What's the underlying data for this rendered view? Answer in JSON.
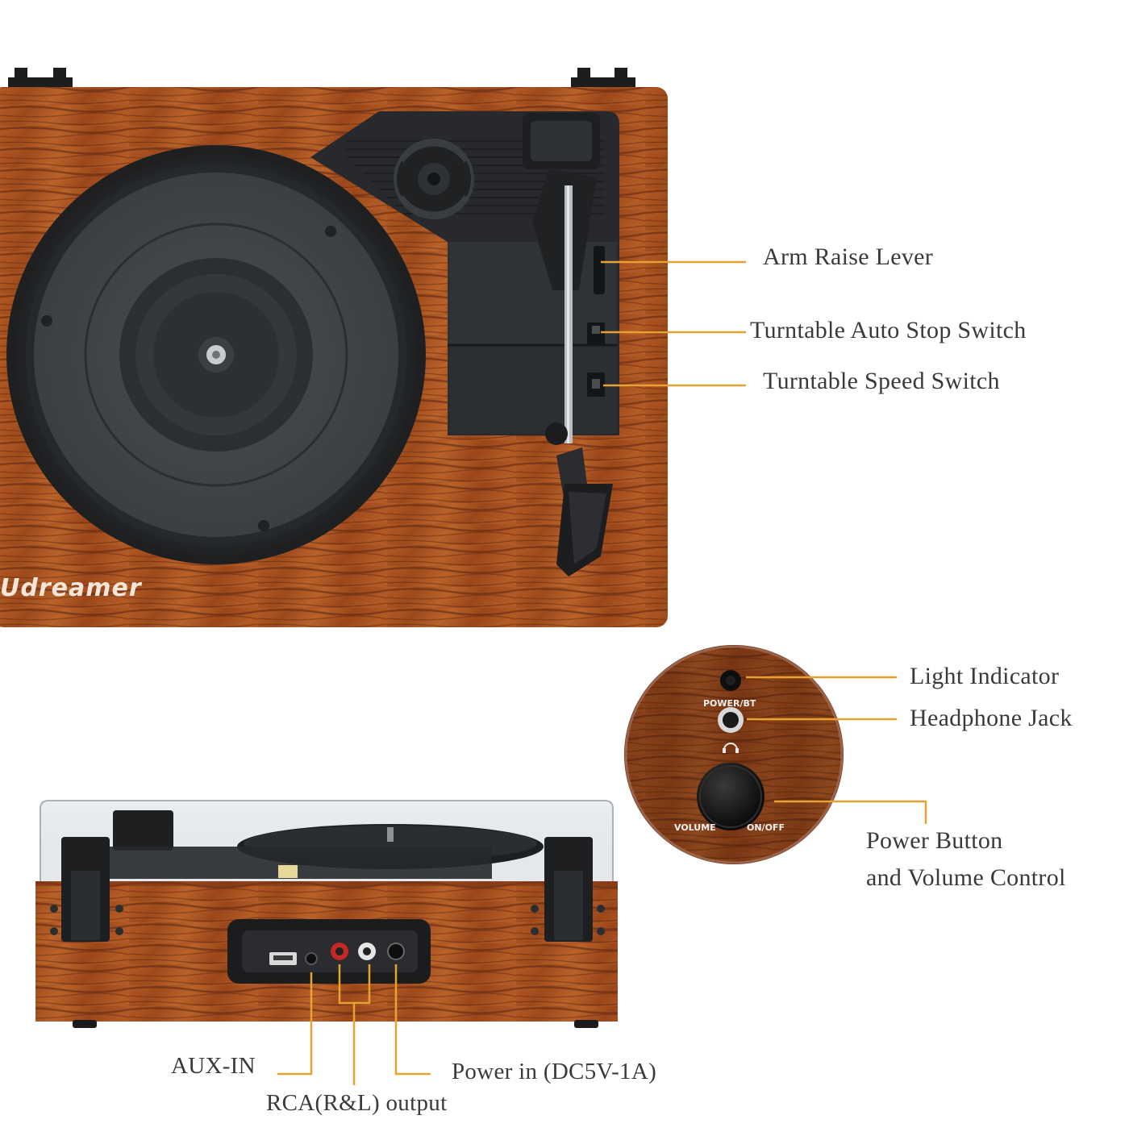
{
  "brand": "Udreamer",
  "top_labels": {
    "arm_raise": "Arm Raise Lever",
    "auto_stop": "Turntable Auto Stop Switch",
    "speed": "Turntable Speed Switch"
  },
  "knob_labels": {
    "light": "Light Indicator",
    "headphone": "Headphone Jack",
    "power_line1": "Power Button",
    "power_line2": "and Volume Control"
  },
  "knob_panel": {
    "power_bt": "POWER/BT",
    "volume": "VOLUME",
    "on_off": "ON/OFF"
  },
  "rear_labels": {
    "aux": "AUX-IN",
    "rca": "RCA(R&L) output",
    "power_in": "Power in (DC5V-1A)"
  },
  "colors": {
    "wood": "#a8501f",
    "wood_dark": "#5a2410",
    "leader": "#e8a231",
    "plastic": "#2b2e31"
  }
}
